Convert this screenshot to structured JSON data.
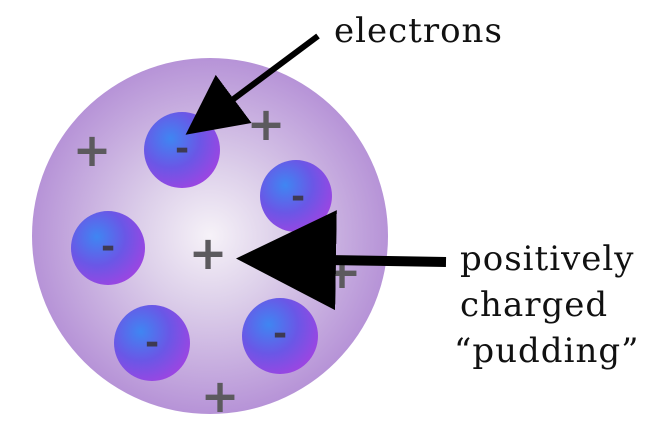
{
  "labels": {
    "electrons": "electrons",
    "pudding_line1": "positively",
    "pudding_line2": "charged",
    "pudding_line3": "“pudding”"
  },
  "symbols": {
    "electron_charge": "-",
    "positive_charge": "+"
  },
  "colors": {
    "pudding_fill": "#b48fd6",
    "pudding_center": "#f4f0f6",
    "electron_fill": "#7b4fe0",
    "electron_highlight": "#4f7ff0",
    "arrow": "#000000"
  }
}
